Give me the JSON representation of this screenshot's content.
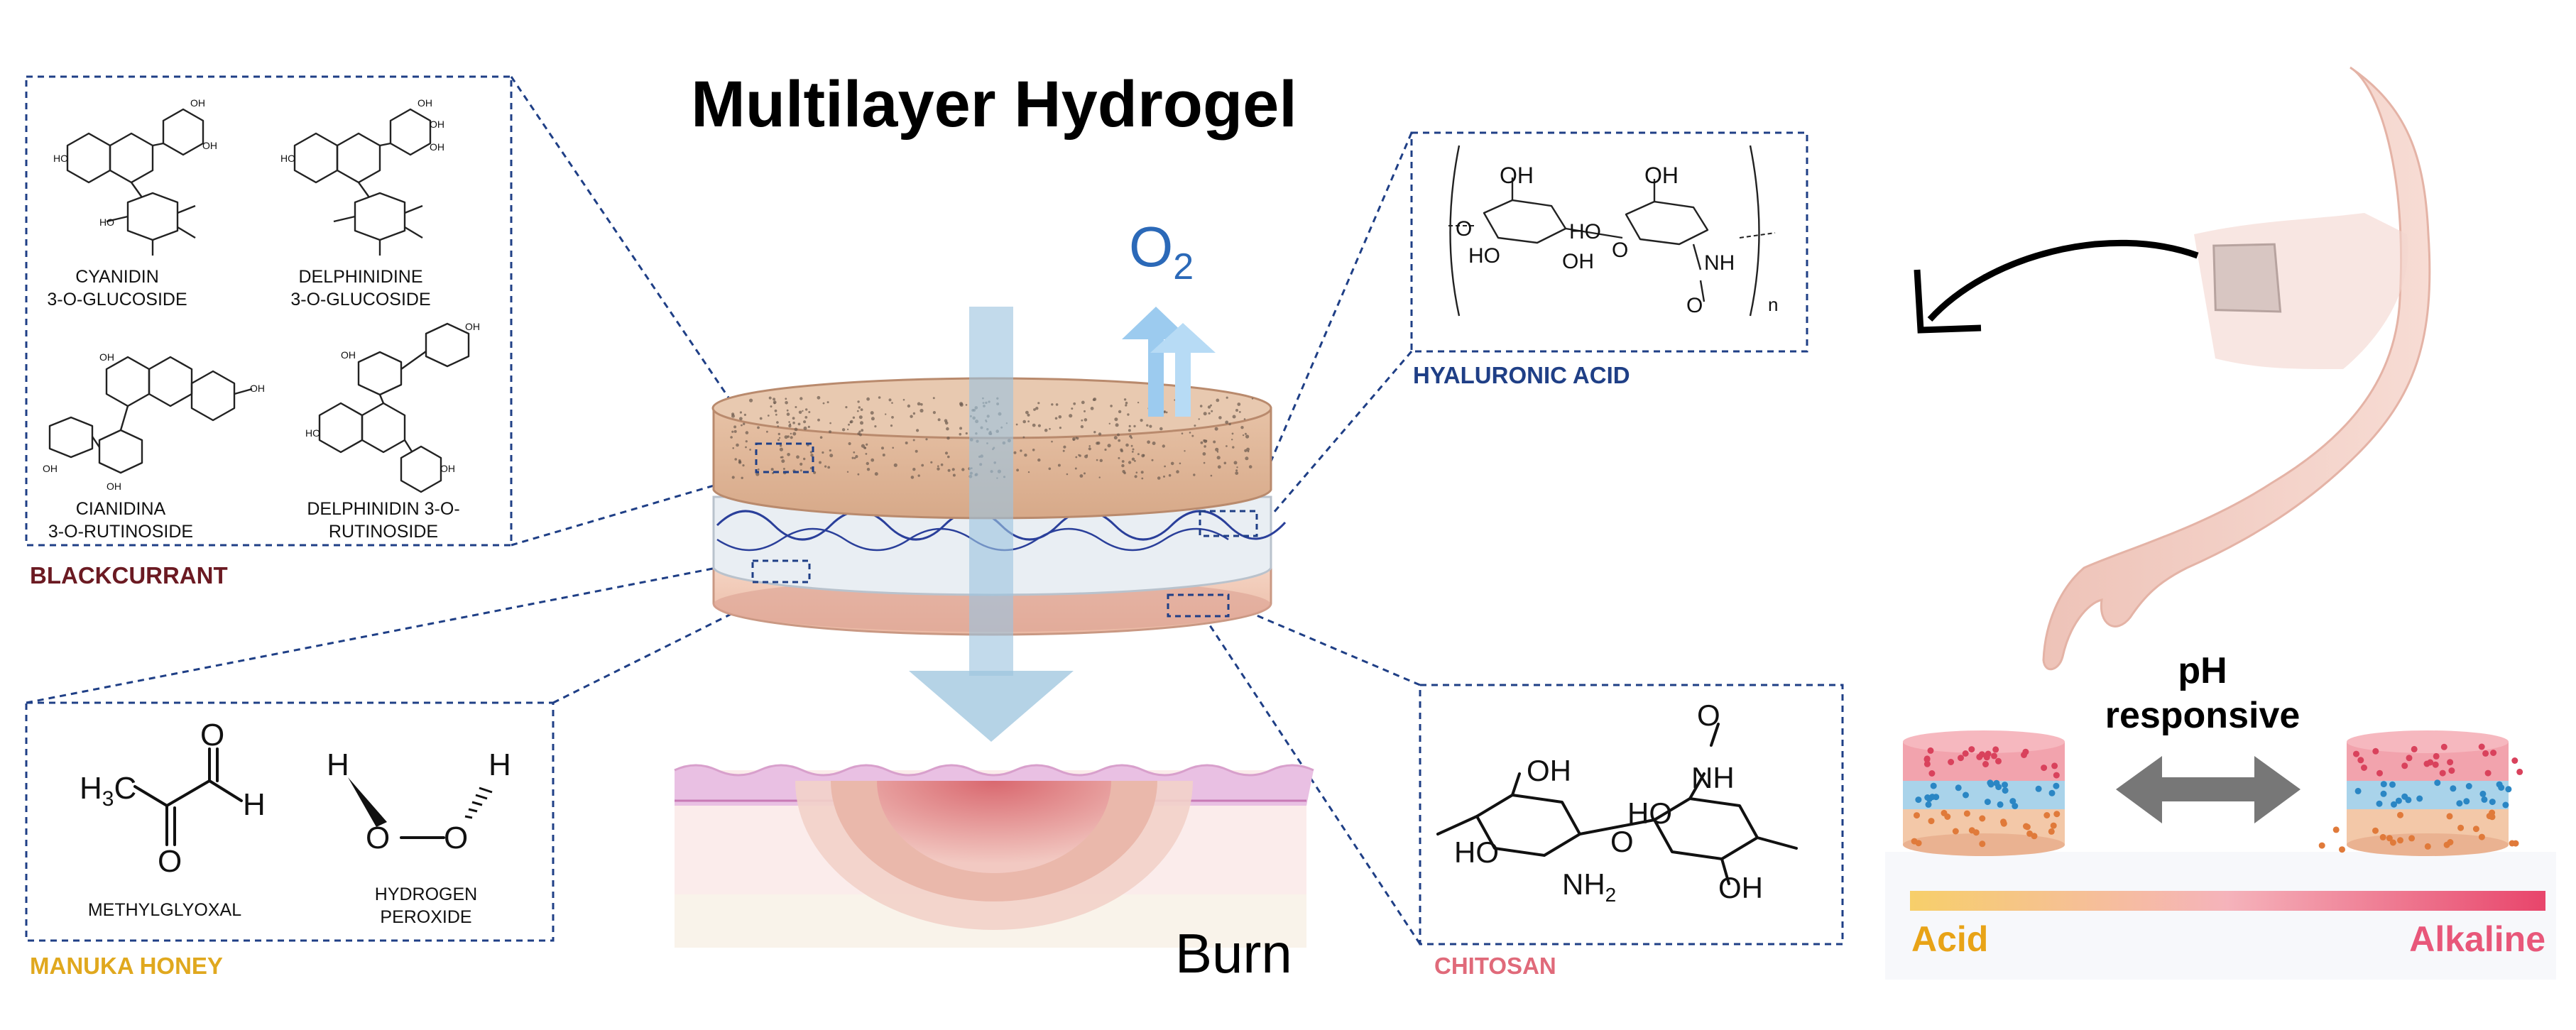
{
  "title": "Multilayer Hydrogel",
  "oxygen": {
    "symbol": "O",
    "subscript": "2"
  },
  "burn_label": "Burn",
  "blackcurrant": {
    "label": "BLACKCURRANT",
    "compounds": [
      {
        "line1": "CYANIDIN",
        "line2": "3-O-GLUCOSIDE"
      },
      {
        "line1": "DELPHINIDINE",
        "line2": "3-O-GLUCOSIDE"
      },
      {
        "line1": "CIANIDINA",
        "line2": "3-O-RUTINOSIDE"
      },
      {
        "line1": "DELPHINIDIN 3-O-",
        "line2": "RUTINOSIDE"
      }
    ]
  },
  "manuka": {
    "label": "MANUKA HONEY",
    "compounds": [
      {
        "line1": "METHYLGLYOXAL",
        "line2": ""
      },
      {
        "line1": "HYDROGEN",
        "line2": "PEROXIDE"
      }
    ],
    "atoms": {
      "h3c": "H",
      "h3c_sub": "3",
      "h3c_c": "C",
      "o": "O",
      "h": "H"
    }
  },
  "hyaluronic": {
    "label": "HYALURONIC ACID",
    "atoms": {
      "oh": "OH",
      "ho": "HO",
      "o": "O",
      "nh": "NH",
      "n": "n"
    }
  },
  "chitosan": {
    "label": "CHITOSAN",
    "atoms": {
      "oh": "OH",
      "ho": "HO",
      "o": "O",
      "nh": "NH",
      "nh2": "NH",
      "nh2_sub": "2"
    }
  },
  "ph": {
    "line1": "pH",
    "line2": "responsive",
    "acid_label": "Acid",
    "alkaline_label": "Alkaline"
  },
  "colors": {
    "box_stroke": "#1f3f86",
    "blackcurrant_label": "#6b1a22",
    "manuka_label": "#e0a81e",
    "hyaluronic_label": "#1f3f86",
    "chitosan_label": "#e06a7a",
    "acid": "#e8a317",
    "alkaline": "#e8577a",
    "oxygen": "#2b69b8",
    "arrow_blue": "#9cc4de"
  }
}
